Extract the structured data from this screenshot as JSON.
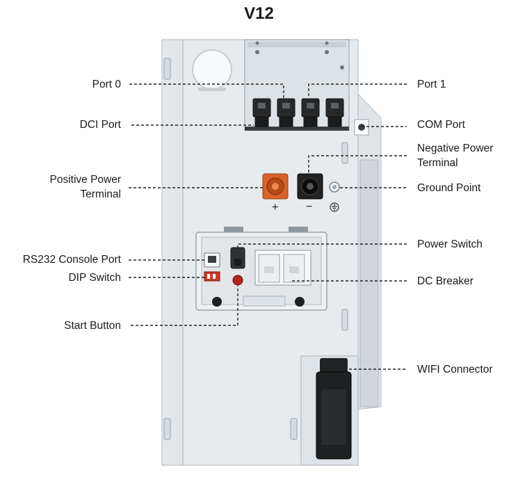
{
  "title": "V12",
  "labels": {
    "port0": "Port 0",
    "port1": "Port 1",
    "dci_port": "DCI Port",
    "com_port": "COM Port",
    "negative_power_terminal": "Negative Power Terminal",
    "positive_power_terminal": "Positive Power Terminal",
    "ground_point": "Ground Point",
    "power_switch": "Power Switch",
    "rs232_console_port": "RS232 Console Port",
    "dip_switch": "DIP Switch",
    "dc_breaker": "DC Breaker",
    "start_button": "Start Button",
    "wifi_connector": "WIFI Connector"
  },
  "symbols": {
    "plus": "+",
    "minus": "−"
  },
  "colors": {
    "cabinet": "#e4e9ed",
    "positive_terminal": "#d9622b",
    "negative_terminal": "#222222"
  }
}
